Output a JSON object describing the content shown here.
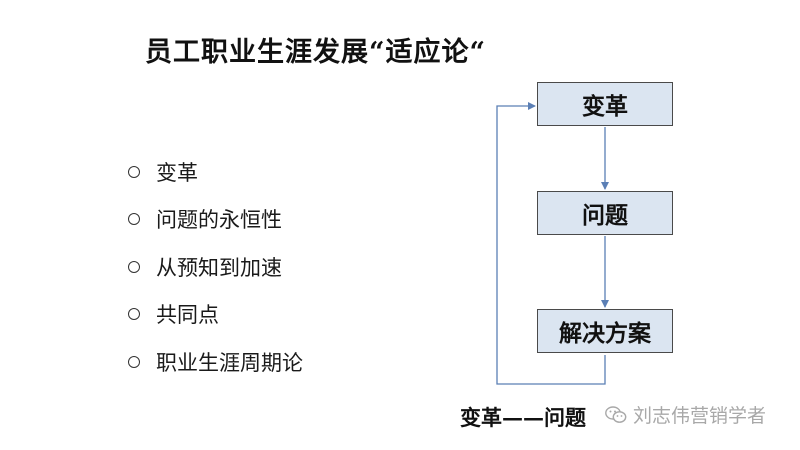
{
  "title": "员工职业生涯发展“适应论“",
  "bullets": [
    {
      "label": "变革"
    },
    {
      "label": "问题的永恒性"
    },
    {
      "label": "从预知到加速"
    },
    {
      "label": "共同点"
    },
    {
      "label": "职业生涯周期论"
    }
  ],
  "flow": {
    "boxes": [
      {
        "label": "变革"
      },
      {
        "label": "问题"
      },
      {
        "label": "解决方案"
      }
    ],
    "caption": "变革——问题",
    "colors": {
      "box_fill": "#dbe5f1",
      "arrow": "#5b7fb5",
      "border": "#4a4a4a"
    }
  },
  "watermark": {
    "icon": "wechat-icon",
    "text": "刘志伟营销学者"
  }
}
